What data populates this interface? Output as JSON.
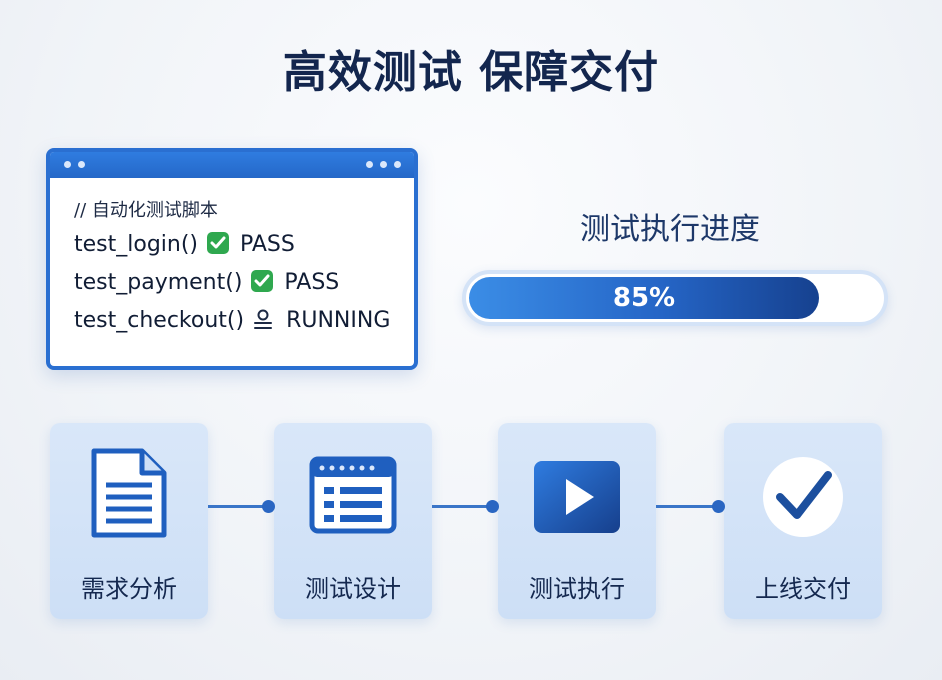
{
  "page": {
    "title": "高效测试 保障交付"
  },
  "code_window": {
    "comment": "// 自动化测试脚本",
    "lines": [
      {
        "func": "test_login()",
        "status_icon": "check-icon",
        "status": "PASS"
      },
      {
        "func": "test_payment()",
        "status_icon": "check-icon",
        "status": "PASS"
      },
      {
        "func": "test_checkout()",
        "status_icon": "hourglass-icon",
        "status": "RUNNING"
      }
    ]
  },
  "progress": {
    "label": "测试执行进度",
    "value_text": "85%",
    "value_percent": 85
  },
  "workflow": {
    "steps": [
      {
        "label": "需求分析",
        "icon": "document-icon"
      },
      {
        "label": "测试设计",
        "icon": "list-window-icon"
      },
      {
        "label": "测试执行",
        "icon": "play-icon"
      },
      {
        "label": "上线交付",
        "icon": "checkmark-icon"
      }
    ]
  },
  "colors": {
    "primary": "#2a6fd1",
    "dark": "#16418f",
    "pass": "#2fa84f",
    "card": "#d4e3f7"
  }
}
